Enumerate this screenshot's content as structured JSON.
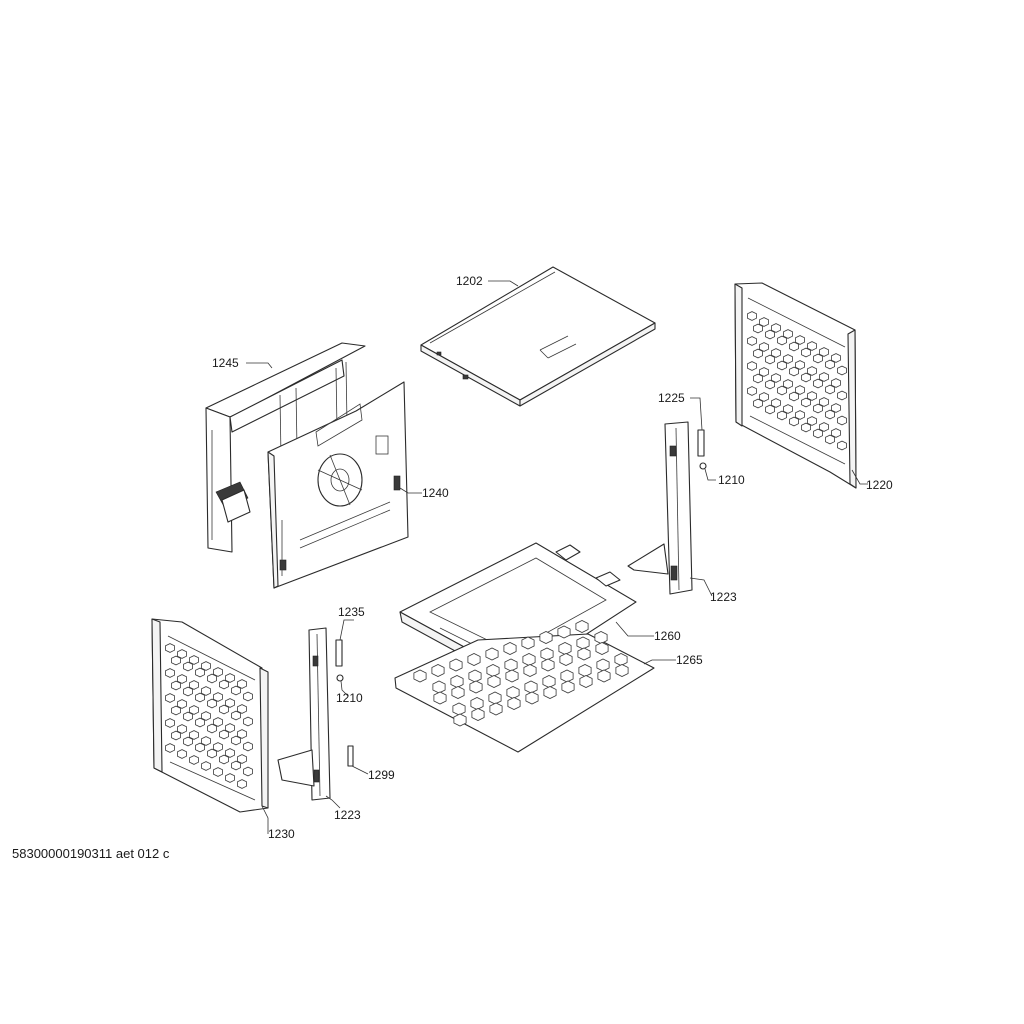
{
  "diagram": {
    "labels": {
      "l1202": "1202",
      "l1245": "1245",
      "l1240": "1240",
      "l1225": "1225",
      "l1210a": "1210",
      "l1220": "1220",
      "l1223a": "1223",
      "l1260": "1260",
      "l1265": "1265",
      "l1235": "1235",
      "l1210b": "1210",
      "l1299": "1299",
      "l1230": "1230",
      "l1223b": "1223"
    },
    "footer": "58300000190311 aet 012 c"
  }
}
